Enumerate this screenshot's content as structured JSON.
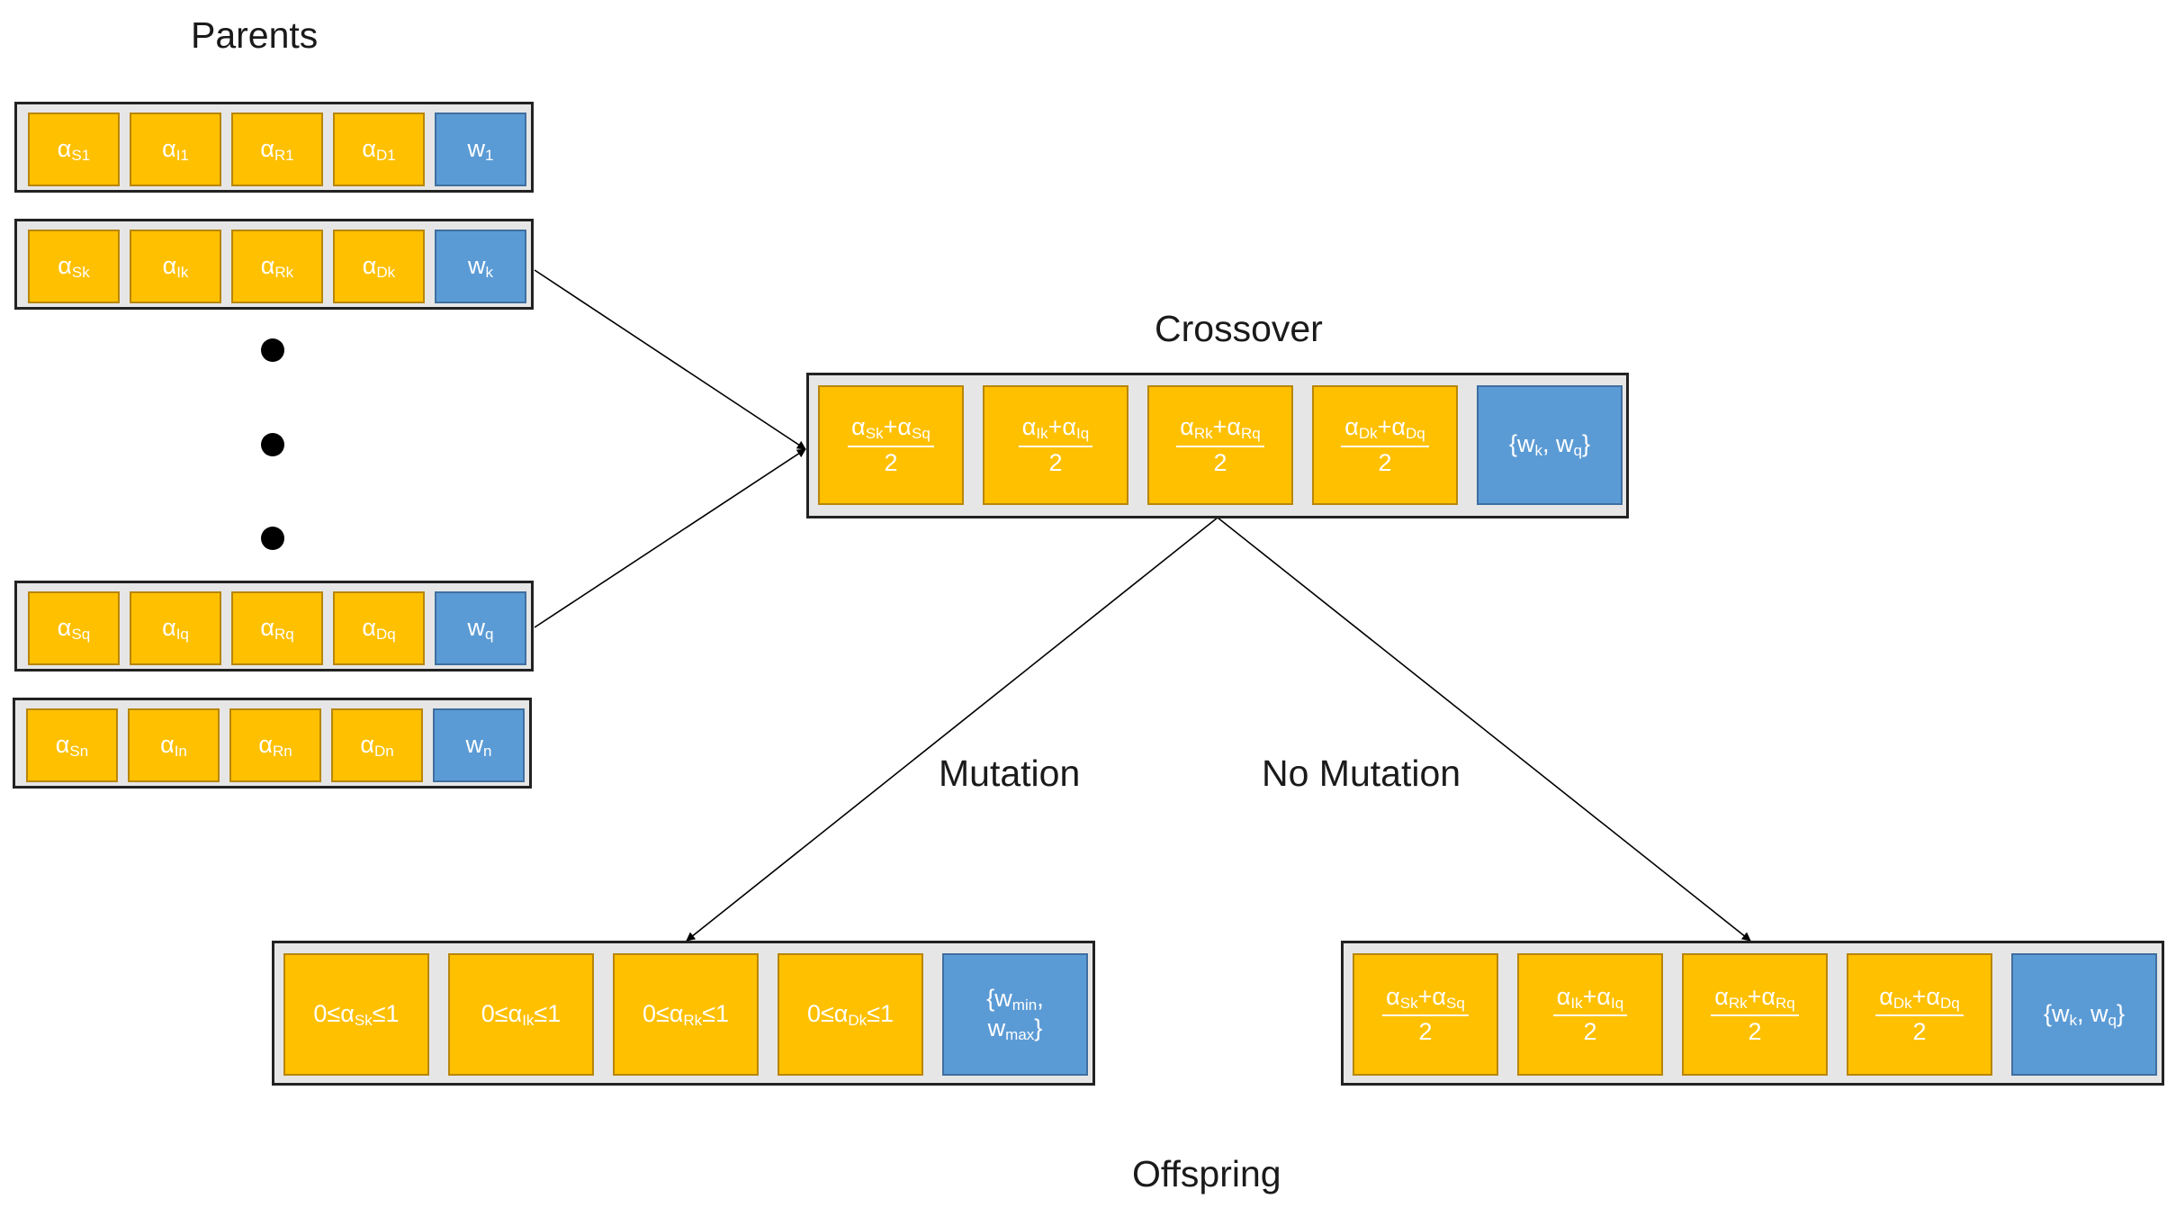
{
  "labels": {
    "parents": "Parents",
    "crossover": "Crossover",
    "mutation": "Mutation",
    "no_mutation": "No Mutation",
    "offspring": "Offspring"
  },
  "colors": {
    "alpha_gene": "#ffc000",
    "weight_gene": "#5b9bd5",
    "chromosome_bg": "#e6e6e6"
  },
  "parents": [
    {
      "genes": [
        {
          "b": "α",
          "s": "S1"
        },
        {
          "b": "α",
          "s": "I1"
        },
        {
          "b": "α",
          "s": "R1"
        },
        {
          "b": "α",
          "s": "D1"
        },
        {
          "b": "w",
          "s": "1"
        }
      ]
    },
    {
      "genes": [
        {
          "b": "α",
          "s": "Sk"
        },
        {
          "b": "α",
          "s": "Ik"
        },
        {
          "b": "α",
          "s": "Rk"
        },
        {
          "b": "α",
          "s": "Dk"
        },
        {
          "b": "w",
          "s": "k"
        }
      ]
    },
    {
      "genes": [
        {
          "b": "α",
          "s": "Sq"
        },
        {
          "b": "α",
          "s": "Iq"
        },
        {
          "b": "α",
          "s": "Rq"
        },
        {
          "b": "α",
          "s": "Dq"
        },
        {
          "b": "w",
          "s": "q"
        }
      ]
    },
    {
      "genes": [
        {
          "b": "α",
          "s": "Sn"
        },
        {
          "b": "α",
          "s": "In"
        },
        {
          "b": "α",
          "s": "Rn"
        },
        {
          "b": "α",
          "s": "Dn"
        },
        {
          "b": "w",
          "s": "n"
        }
      ]
    }
  ],
  "crossover_genes": [
    {
      "num1": {
        "b": "α",
        "s": "Sk"
      },
      "num2": {
        "b": "α",
        "s": "Sq"
      },
      "den": "2"
    },
    {
      "num1": {
        "b": "α",
        "s": "Ik"
      },
      "num2": {
        "b": "α",
        "s": "Iq"
      },
      "den": "2"
    },
    {
      "num1": {
        "b": "α",
        "s": "Rk"
      },
      "num2": {
        "b": "α",
        "s": "Rq"
      },
      "den": "2"
    },
    {
      "num1": {
        "b": "α",
        "s": "Dk"
      },
      "num2": {
        "b": "α",
        "s": "Dq"
      },
      "den": "2"
    }
  ],
  "crossover_weight": {
    "open": "{",
    "w1": {
      "b": "w",
      "s": "k"
    },
    "sep": ", ",
    "w2": {
      "b": "w",
      "s": "q"
    },
    "close": "}"
  },
  "mutation_genes": [
    {
      "pre": "0≤",
      "b": "α",
      "s": "Sk",
      "post": "≤1"
    },
    {
      "pre": "0≤",
      "b": "α",
      "s": "Ik",
      "post": "≤1"
    },
    {
      "pre": "0≤",
      "b": "α",
      "s": "Rk",
      "post": "≤1"
    },
    {
      "pre": "0≤",
      "b": "α",
      "s": "Dk",
      "post": "≤1"
    }
  ],
  "mutation_weight": {
    "open": "{",
    "w1": {
      "b": "w",
      "s": "min"
    },
    "sep": ",",
    "w2": {
      "b": "w",
      "s": "max"
    },
    "close": "}"
  }
}
